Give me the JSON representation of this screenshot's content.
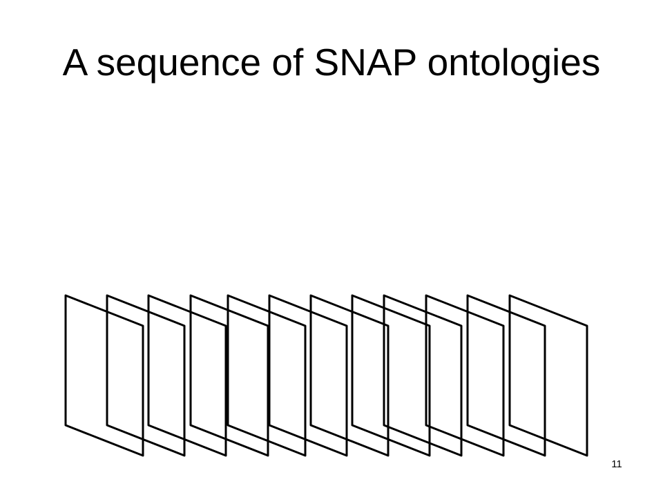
{
  "slide": {
    "title": "A sequence of SNAP ontologies",
    "number": "11"
  },
  "diagram": {
    "panel_count": 12,
    "stroke_color": "#000000",
    "fill_color": "#ffffff"
  }
}
